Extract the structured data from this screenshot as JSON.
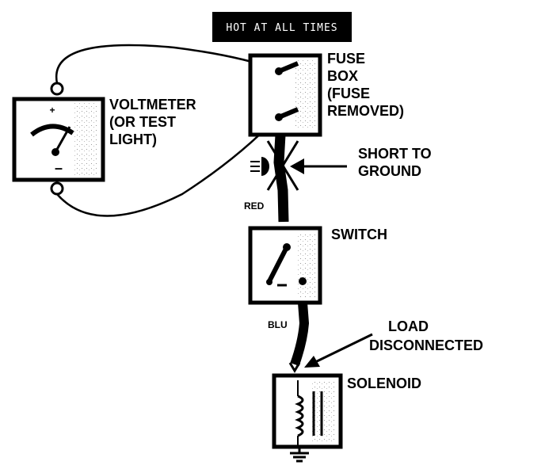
{
  "banner": {
    "text": "HOT AT ALL TIMES"
  },
  "labels": {
    "voltmeter": [
      "VOLTMETER",
      "(OR TEST",
      "LIGHT)"
    ],
    "fuse_box": [
      "FUSE",
      "BOX",
      "(FUSE",
      "REMOVED)"
    ],
    "short_to_ground": [
      "SHORT TO",
      "GROUND"
    ],
    "red_wire": "RED",
    "switch": "SWITCH",
    "blu_wire": "BLU",
    "load_disconnected": [
      "LOAD",
      "DISCONNECTED"
    ],
    "solenoid": "SOLENOID"
  },
  "meter_symbols": {
    "plus": "+",
    "minus": "–"
  },
  "colors": {
    "ink": "#000000",
    "paper": "#ffffff",
    "banner_bg": "#000000"
  }
}
